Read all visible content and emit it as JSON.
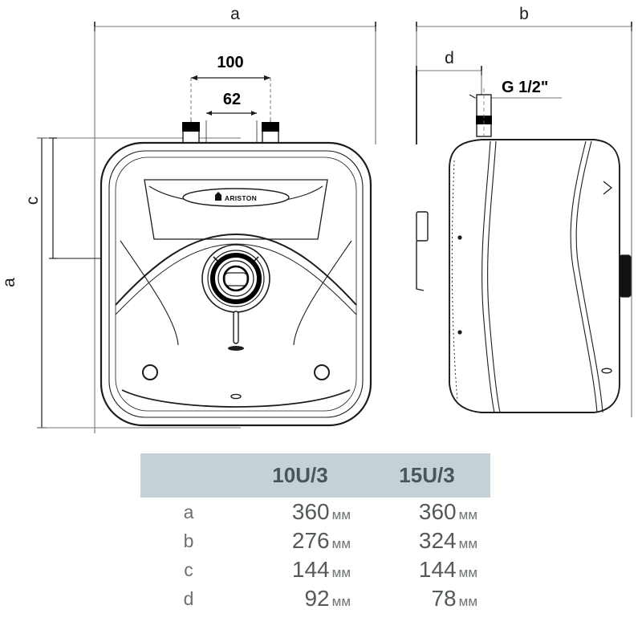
{
  "drawing": {
    "title": "Ariston water heater dimensional drawing",
    "front_view": {
      "name": "front-view",
      "brand_logo_text": "ARISTON",
      "dimension_labels": {
        "width_top": "a",
        "height_left": "a",
        "inlet_spacing": "100",
        "outlet_spacing": "62",
        "top_to_dial": "c"
      }
    },
    "side_view": {
      "name": "side-view",
      "dimension_labels": {
        "depth_top": "b",
        "pipe_offset": "d",
        "thread_size": "G 1/2\""
      }
    },
    "line_color": "#1c1c1c",
    "dimension_line_color": "#6f7679"
  },
  "table": {
    "header": {
      "label_column": "",
      "columns": [
        "10U/3",
        "15U/3"
      ]
    },
    "unit": "мм",
    "rows": [
      {
        "label": "a",
        "v1": "360",
        "v2": "360"
      },
      {
        "label": "b",
        "v1": "276",
        "v2": "324"
      },
      {
        "label": "c",
        "v1": "144",
        "v2": "144"
      },
      {
        "label": "d",
        "v1": "92",
        "v2": "78"
      }
    ],
    "header_bg": "#c4d2d7",
    "text_color": "#54595c"
  }
}
